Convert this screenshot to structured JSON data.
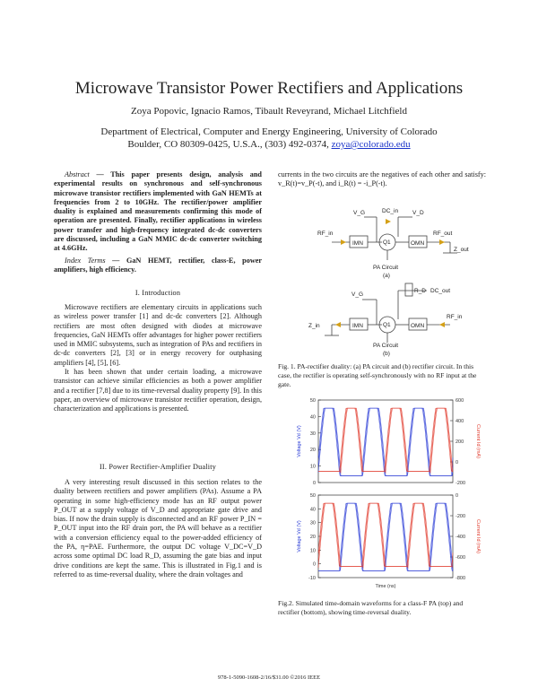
{
  "title": "Microwave Transistor Power Rectifiers and Applications",
  "authors": "Zoya Popovic, Ignacio Ramos, Tibault Reveyrand, Michael Litchfield",
  "affiliation_line1": "Department of Electrical, Computer and Energy Engineering, University of Colorado",
  "affiliation_line2": "Boulder, CO 80309-0425, U.S.A., (303) 492-0374,",
  "email": "zoya@colorado.edu",
  "abstract_label": "Abstract",
  "abstract_text": "— This paper presents design, analysis and experimental results on synchronous and self-synchronous microwave transistor rectifiers implemented with GaN HEMTs at frequencies from 2 to 10GHz. The rectifier/power amplifier duality is explained and measurements confirming this mode of operation are presented. Finally, rectifier applications in wireless power transfer and high-frequency integrated dc-dc converters are discussed, including a GaN MMIC dc-dc converter switching at 4.6GHz.",
  "index_label": "Index Terms",
  "index_text": "— GaN HEMT, rectifier, class-E, power amplifiers, high efficiency.",
  "section1_title": "I. Introduction",
  "section1_p1": "Microwave rectifiers are elementary circuits in applications such as wireless power transfer [1] and dc-dc converters [2]. Although rectifiers are most often designed with diodes at microwave frequencies, GaN HEMTs offer advantages for higher power rectifiers used in MMIC subsystems, such as integration of PAs and rectifiers in dc-dc converters [2], [3] or in energy recovery for outphasing amplifiers [4], [5], [6].",
  "section1_p2": "It has been shown that under certain loading, a microwave transistor can achieve similar efficiencies as both a power amplifier and a rectifier [7,8] due to its time-reversal duality property [9]. In this paper, an overview of microwave transistor rectifier operation, design, characterization and applications is presented.",
  "section2_title": "II. Power Rectifier-Amplifier Duality",
  "section2_p1": "A very interesting result discussed in this section relates to the duality between rectifiers and power amplifiers (PAs). Assume a PA operating in some high-efficiency mode has an RF output power P_OUT at a supply voltage of V_D and appropriate gate drive and bias. If now the drain supply is disconnected and an RF power P_IN = P_OUT input into the RF drain port, the PA will behave as a rectifier with a conversion efficiency equal to the power-added efficiency of the PA, η=PAE. Furthermore, the output DC voltage V_DC=V_D across some optimal DC load R_D, assuming the gate bias and input drive conditions are kept the same. This is illustrated in Fig.1 and is referred to as time-reversal duality, where the drain voltages and",
  "right_intro": "currents in the two circuits are the negatives of each other and satisfy: v_R(t)=v_P(-t), and i_R(t) = -i_P(-t).",
  "fig1_caption": "Fig. 1.    PA-rectifier duality: (a) PA circuit and (b) rectifier circuit.  In this case, the rectifier is operating self-synchronously with no RF input at the gate.",
  "fig1_labels": {
    "vg": "V_G",
    "vd": "V_D",
    "dcin": "DC_in",
    "rfin": "RF_in",
    "rfout": "RF_out",
    "zout": "Z_out",
    "imn": "IMN",
    "omn": "OMN",
    "q1": "Q1",
    "pa_circuit": "PA Circuit",
    "sub_a": "(a)",
    "rd": "R_D",
    "dcout": "DC_out",
    "zin": "Z_in",
    "sub_b": "(b)"
  },
  "fig2_caption": "Fig.2. Simulated time-domain waveforms for a class-F PA (top) and rectifier (bottom), showing time-reversal duality.",
  "fig2_labels": {
    "top_left_axis": "Voltage Vd (V)",
    "top_right_axis": "Current Id (mA)",
    "bottom_left_axis": "Voltage Vd (V)",
    "bottom_right_axis": "Current Id (mA)",
    "xlabel": "Time (ns)"
  },
  "colors": {
    "blue": "#2a3cd6",
    "red": "#e0392b"
  },
  "chart_data": [
    {
      "type": "line",
      "title": "",
      "ylabel": "Voltage Vd (V)",
      "y2label": "Current Id (mA)",
      "xlabel": "",
      "ylim": [
        0,
        50
      ],
      "y2lim": [
        -200,
        600
      ],
      "yticks": [
        0,
        10,
        20,
        30,
        40,
        50
      ],
      "y2ticks": [
        -200,
        0,
        200,
        400,
        600
      ],
      "series": [
        {
          "name": "",
          "color": "#2a3cd6",
          "axis": "left",
          "shape": "voltage"
        },
        {
          "name": "",
          "color": "#e0392b",
          "axis": "right",
          "shape": "current"
        }
      ]
    },
    {
      "type": "line",
      "title": "",
      "ylabel": "Voltage Vd (V)",
      "y2label": "Current Id (mA)",
      "xlabel": "Time (ns)",
      "ylim": [
        -10,
        50
      ],
      "y2lim": [
        -800,
        0
      ],
      "yticks": [
        -10,
        0,
        10,
        20,
        30,
        40,
        50
      ],
      "y2ticks": [
        -800,
        -600,
        -400,
        -200,
        0
      ],
      "series": [
        {
          "name": "",
          "color": "#2a3cd6",
          "axis": "left",
          "shape": "voltage"
        },
        {
          "name": "",
          "color": "#e0392b",
          "axis": "right",
          "shape": "current"
        }
      ]
    }
  ],
  "footer": "978-1-5090-1608-2/16/$31.00 ©2016 IEEE"
}
